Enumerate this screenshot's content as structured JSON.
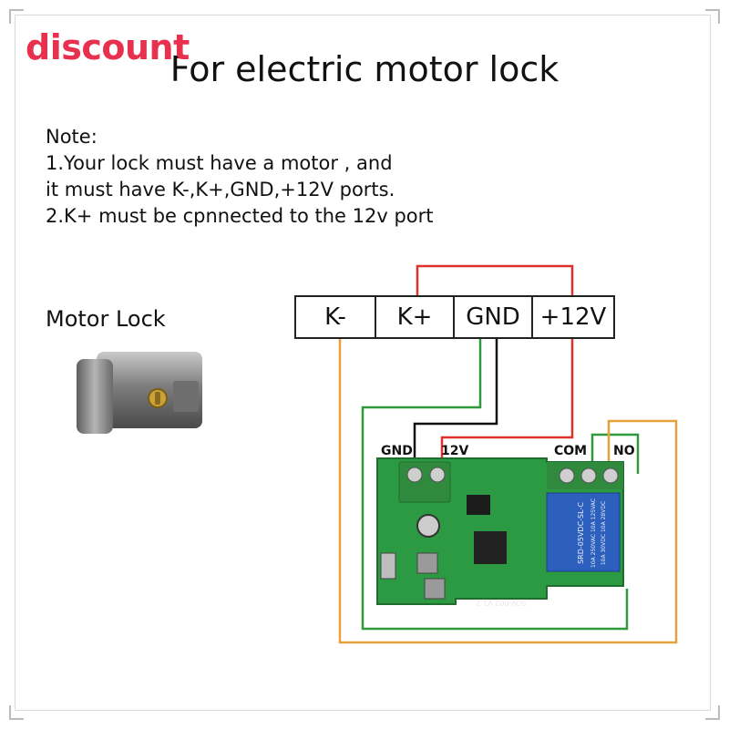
{
  "badge": "discount",
  "title": "For electric motor lock",
  "note": {
    "heading": "Note:",
    "lines": [
      "1.Your lock must have a motor , and",
      "it must have K-,K+,GND,+12V ports.",
      "2.K+ must be cpnnected to the 12v port"
    ]
  },
  "lock_label": "Motor Lock",
  "ports": [
    "K-",
    "K+",
    "GND",
    "+12V"
  ],
  "board_labels": {
    "gnd": "GND",
    "v12": "12V",
    "com": "COM",
    "no": "NO"
  },
  "relay_text": [
    "10A 250VAC 10A 125VAC",
    "10A 30VDC 10A 28VDC",
    "SRD-05VDC-SL-C"
  ],
  "board_code": "SOV-002 V1.2",
  "wire_colors": {
    "red": "#e0312b",
    "black": "#111111",
    "green": "#2f9a3c",
    "orange": "#e6a13a"
  }
}
